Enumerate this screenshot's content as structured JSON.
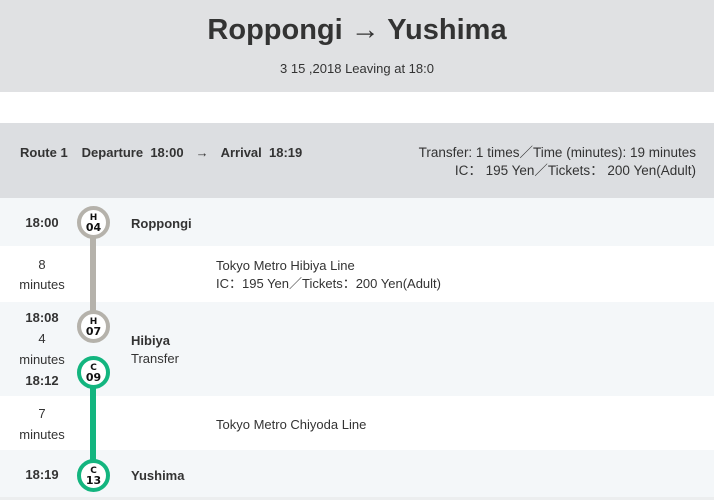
{
  "header": {
    "title": "Roppongi → Yushima",
    "subtitle": "3 15 ,2018 Leaving at 18:0"
  },
  "summary": {
    "route": "Route 1",
    "departure_label": "Departure",
    "departure_time": "18:00",
    "arrow": "→",
    "arrival_label": "Arrival",
    "arrival_time": "18:19",
    "transfer_line": "Transfer: 1 times／Time (minutes): 19 minutes",
    "fare_line": "IC： 195 Yen／Tickets： 200 Yen(Adult)"
  },
  "stops": [
    {
      "time": "18:00",
      "name": "Roppongi",
      "badge_letter": "H",
      "badge_number": "04"
    },
    {
      "arr_time": "18:08",
      "dep_time": "18:12",
      "wait_number": "4",
      "wait_unit": "minutes",
      "name": "Hibiya",
      "note": "Transfer",
      "badge_in_letter": "H",
      "badge_in_number": "07",
      "badge_out_letter": "C",
      "badge_out_number": "09"
    },
    {
      "time": "18:19",
      "name": "Yushima",
      "badge_letter": "C",
      "badge_number": "13"
    }
  ],
  "segments": [
    {
      "duration_number": "8",
      "duration_unit": "minutes",
      "line": "Tokyo Metro Hibiya Line",
      "fare": "IC：195 Yen／Tickets：200 Yen(Adult)"
    },
    {
      "duration_number": "7",
      "duration_unit": "minutes",
      "line": "Tokyo Metro Chiyoda Line"
    }
  ],
  "colors": {
    "hibiya_line": "#b5b2ab",
    "chiyoda_line": "#13b57f",
    "header_bg": "#e0e1e3",
    "row_light": "#f4f7f9"
  }
}
